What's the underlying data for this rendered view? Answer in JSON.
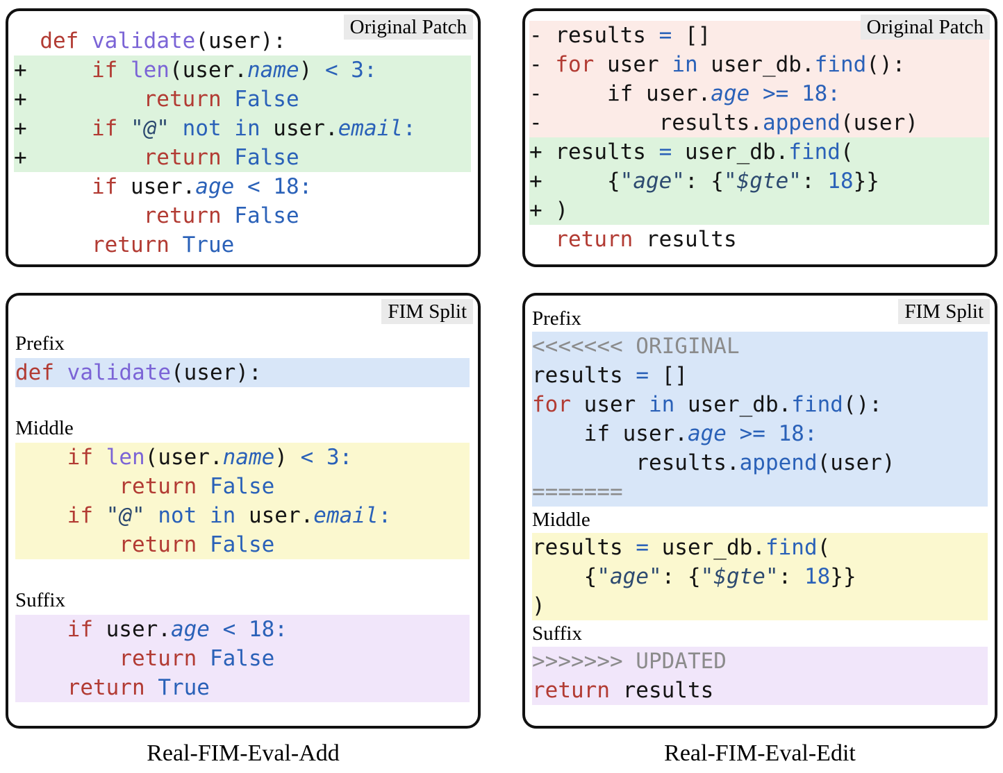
{
  "colors": {
    "keyword_red": "#b23b33",
    "function_purple": "#7b64d6",
    "value_blue": "#2a61b8",
    "string_navy": "#2d4a70",
    "marker_gray": "#8b8b8b",
    "text_black": "#141414",
    "bg_added": "#ddf3dd",
    "bg_removed": "#fcebe7",
    "bg_prefix": "#d8e6f8",
    "bg_middle": "#fbf8cf",
    "bg_suffix": "#f1e6fa",
    "bg_tag": "#eaeaea",
    "panel_border": "#111111"
  },
  "captions": {
    "add": "Real-FIM-Eval-Add",
    "edit": "Real-FIM-Eval-Edit"
  },
  "panels": {
    "add_patch": {
      "tag": "Original Patch",
      "blocks": [
        {
          "kind": "code",
          "bg": "none",
          "lines": [
            [
              {
                "t": "  ",
                "c": "plain"
              },
              {
                "t": "def",
                "c": "red"
              },
              {
                "t": " ",
                "c": "plain"
              },
              {
                "t": "validate",
                "c": "purple"
              },
              {
                "t": "(user):",
                "c": "plain"
              }
            ]
          ]
        },
        {
          "kind": "code",
          "bg": "added",
          "lines": [
            [
              {
                "t": "+     ",
                "c": "plain"
              },
              {
                "t": "if",
                "c": "red"
              },
              {
                "t": " ",
                "c": "plain"
              },
              {
                "t": "len",
                "c": "purple"
              },
              {
                "t": "(user.",
                "c": "plain"
              },
              {
                "t": "name",
                "c": "attr"
              },
              {
                "t": ") ",
                "c": "plain"
              },
              {
                "t": "< 3:",
                "c": "blue"
              }
            ],
            [
              {
                "t": "+         ",
                "c": "plain"
              },
              {
                "t": "return",
                "c": "red"
              },
              {
                "t": " ",
                "c": "plain"
              },
              {
                "t": "False",
                "c": "blue"
              }
            ],
            [
              {
                "t": "+     ",
                "c": "plain"
              },
              {
                "t": "if",
                "c": "red"
              },
              {
                "t": " ",
                "c": "plain"
              },
              {
                "t": "\"@\"",
                "c": "string"
              },
              {
                "t": " ",
                "c": "plain"
              },
              {
                "t": "not in",
                "c": "blue"
              },
              {
                "t": " user.",
                "c": "plain"
              },
              {
                "t": "email",
                "c": "attr"
              },
              {
                "t": ":",
                "c": "blue"
              }
            ],
            [
              {
                "t": "+         ",
                "c": "plain"
              },
              {
                "t": "return",
                "c": "red"
              },
              {
                "t": " ",
                "c": "plain"
              },
              {
                "t": "False",
                "c": "blue"
              }
            ]
          ]
        },
        {
          "kind": "code",
          "bg": "none",
          "lines": [
            [
              {
                "t": "      ",
                "c": "plain"
              },
              {
                "t": "if",
                "c": "red"
              },
              {
                "t": " user.",
                "c": "plain"
              },
              {
                "t": "age",
                "c": "attr"
              },
              {
                "t": " ",
                "c": "plain"
              },
              {
                "t": "< 18:",
                "c": "blue"
              }
            ],
            [
              {
                "t": "          ",
                "c": "plain"
              },
              {
                "t": "return",
                "c": "red"
              },
              {
                "t": " ",
                "c": "plain"
              },
              {
                "t": "False",
                "c": "blue"
              }
            ],
            [
              {
                "t": "      ",
                "c": "plain"
              },
              {
                "t": "return",
                "c": "red"
              },
              {
                "t": " ",
                "c": "plain"
              },
              {
                "t": "True",
                "c": "blue"
              }
            ]
          ]
        }
      ]
    },
    "edit_patch": {
      "tag": "Original Patch",
      "blocks": [
        {
          "kind": "code",
          "bg": "removed",
          "lines": [
            [
              {
                "t": "- results ",
                "c": "plain"
              },
              {
                "t": "=",
                "c": "blue"
              },
              {
                "t": " []",
                "c": "plain"
              }
            ],
            [
              {
                "t": "- ",
                "c": "plain"
              },
              {
                "t": "for",
                "c": "red"
              },
              {
                "t": " user ",
                "c": "plain"
              },
              {
                "t": "in",
                "c": "blue"
              },
              {
                "t": " user_db.",
                "c": "plain"
              },
              {
                "t": "find",
                "c": "blue"
              },
              {
                "t": "():",
                "c": "plain"
              }
            ],
            [
              {
                "t": "-     if user.",
                "c": "plain"
              },
              {
                "t": "age",
                "c": "attr"
              },
              {
                "t": " ",
                "c": "plain"
              },
              {
                "t": ">= 18:",
                "c": "blue"
              }
            ],
            [
              {
                "t": "-         results.",
                "c": "plain"
              },
              {
                "t": "append",
                "c": "blue"
              },
              {
                "t": "(user)",
                "c": "plain"
              }
            ]
          ]
        },
        {
          "kind": "code",
          "bg": "added",
          "lines": [
            [
              {
                "t": "+ results ",
                "c": "plain"
              },
              {
                "t": "=",
                "c": "blue"
              },
              {
                "t": " user_db.",
                "c": "plain"
              },
              {
                "t": "find",
                "c": "blue"
              },
              {
                "t": "(",
                "c": "plain"
              }
            ],
            [
              {
                "t": "+     {",
                "c": "plain"
              },
              {
                "t": "\"age\"",
                "c": "string"
              },
              {
                "t": ": {",
                "c": "plain"
              },
              {
                "t": "\"$gte\"",
                "c": "string"
              },
              {
                "t": ": ",
                "c": "plain"
              },
              {
                "t": "18",
                "c": "blue"
              },
              {
                "t": "}}",
                "c": "plain"
              }
            ],
            [
              {
                "t": "+ )",
                "c": "plain"
              }
            ]
          ]
        },
        {
          "kind": "code",
          "bg": "none",
          "lines": [
            [
              {
                "t": "  ",
                "c": "plain"
              },
              {
                "t": "return",
                "c": "red"
              },
              {
                "t": " results",
                "c": "plain"
              }
            ]
          ]
        }
      ]
    },
    "add_fim": {
      "tag": "FIM Split",
      "blocks": [
        {
          "kind": "label",
          "text": "Prefix"
        },
        {
          "kind": "code",
          "bg": "prefix",
          "lines": [
            [
              {
                "t": "def",
                "c": "red"
              },
              {
                "t": " ",
                "c": "plain"
              },
              {
                "t": "validate",
                "c": "purple"
              },
              {
                "t": "(user):",
                "c": "plain"
              }
            ]
          ]
        },
        {
          "kind": "label",
          "text": "Middle"
        },
        {
          "kind": "code",
          "bg": "middle",
          "lines": [
            [
              {
                "t": "    ",
                "c": "plain"
              },
              {
                "t": "if",
                "c": "red"
              },
              {
                "t": " ",
                "c": "plain"
              },
              {
                "t": "len",
                "c": "purple"
              },
              {
                "t": "(user.",
                "c": "plain"
              },
              {
                "t": "name",
                "c": "attr"
              },
              {
                "t": ") ",
                "c": "plain"
              },
              {
                "t": "< 3:",
                "c": "blue"
              }
            ],
            [
              {
                "t": "        ",
                "c": "plain"
              },
              {
                "t": "return",
                "c": "red"
              },
              {
                "t": " ",
                "c": "plain"
              },
              {
                "t": "False",
                "c": "blue"
              }
            ],
            [
              {
                "t": "    ",
                "c": "plain"
              },
              {
                "t": "if",
                "c": "red"
              },
              {
                "t": " ",
                "c": "plain"
              },
              {
                "t": "\"@\"",
                "c": "string"
              },
              {
                "t": " ",
                "c": "plain"
              },
              {
                "t": "not in",
                "c": "blue"
              },
              {
                "t": " user.",
                "c": "plain"
              },
              {
                "t": "email",
                "c": "attr"
              },
              {
                "t": ":",
                "c": "blue"
              }
            ],
            [
              {
                "t": "        ",
                "c": "plain"
              },
              {
                "t": "return",
                "c": "red"
              },
              {
                "t": " ",
                "c": "plain"
              },
              {
                "t": "False",
                "c": "blue"
              }
            ]
          ]
        },
        {
          "kind": "label",
          "text": "Suffix"
        },
        {
          "kind": "code",
          "bg": "suffix",
          "lines": [
            [
              {
                "t": "    ",
                "c": "plain"
              },
              {
                "t": "if",
                "c": "red"
              },
              {
                "t": " user.",
                "c": "plain"
              },
              {
                "t": "age",
                "c": "attr"
              },
              {
                "t": " ",
                "c": "plain"
              },
              {
                "t": "< 18:",
                "c": "blue"
              }
            ],
            [
              {
                "t": "        ",
                "c": "plain"
              },
              {
                "t": "return",
                "c": "red"
              },
              {
                "t": " ",
                "c": "plain"
              },
              {
                "t": "False",
                "c": "blue"
              }
            ],
            [
              {
                "t": "    ",
                "c": "plain"
              },
              {
                "t": "return",
                "c": "red"
              },
              {
                "t": " ",
                "c": "plain"
              },
              {
                "t": "True",
                "c": "blue"
              }
            ]
          ]
        }
      ]
    },
    "edit_fim": {
      "tag": "FIM Split",
      "blocks": [
        {
          "kind": "label",
          "text": "Prefix"
        },
        {
          "kind": "code",
          "bg": "prefix",
          "lines": [
            [
              {
                "t": "<<<<<<< ORIGINAL",
                "c": "gray"
              }
            ],
            [
              {
                "t": "results ",
                "c": "plain"
              },
              {
                "t": "=",
                "c": "blue"
              },
              {
                "t": " []",
                "c": "plain"
              }
            ],
            [
              {
                "t": "for",
                "c": "red"
              },
              {
                "t": " user ",
                "c": "plain"
              },
              {
                "t": "in",
                "c": "blue"
              },
              {
                "t": " user_db.",
                "c": "plain"
              },
              {
                "t": "find",
                "c": "blue"
              },
              {
                "t": "():",
                "c": "plain"
              }
            ],
            [
              {
                "t": "    if user.",
                "c": "plain"
              },
              {
                "t": "age",
                "c": "attr"
              },
              {
                "t": " ",
                "c": "plain"
              },
              {
                "t": ">= 18:",
                "c": "blue"
              }
            ],
            [
              {
                "t": "        results.",
                "c": "plain"
              },
              {
                "t": "append",
                "c": "blue"
              },
              {
                "t": "(user)",
                "c": "plain"
              }
            ],
            [
              {
                "t": "=======",
                "c": "gray"
              }
            ]
          ]
        },
        {
          "kind": "label",
          "text": "Middle"
        },
        {
          "kind": "code",
          "bg": "middle",
          "lines": [
            [
              {
                "t": "results ",
                "c": "plain"
              },
              {
                "t": "=",
                "c": "blue"
              },
              {
                "t": " user_db.",
                "c": "plain"
              },
              {
                "t": "find",
                "c": "blue"
              },
              {
                "t": "(",
                "c": "plain"
              }
            ],
            [
              {
                "t": "    {",
                "c": "plain"
              },
              {
                "t": "\"age\"",
                "c": "string"
              },
              {
                "t": ": {",
                "c": "plain"
              },
              {
                "t": "\"$gte\"",
                "c": "string"
              },
              {
                "t": ": ",
                "c": "plain"
              },
              {
                "t": "18",
                "c": "blue"
              },
              {
                "t": "}}",
                "c": "plain"
              }
            ],
            [
              {
                "t": ")",
                "c": "plain"
              }
            ]
          ]
        },
        {
          "kind": "label",
          "text": "Suffix"
        },
        {
          "kind": "code",
          "bg": "suffix",
          "lines": [
            [
              {
                "t": ">>>>>>> UPDATED",
                "c": "gray"
              }
            ],
            [
              {
                "t": "return",
                "c": "red"
              },
              {
                "t": " results",
                "c": "plain"
              }
            ]
          ]
        }
      ]
    }
  }
}
